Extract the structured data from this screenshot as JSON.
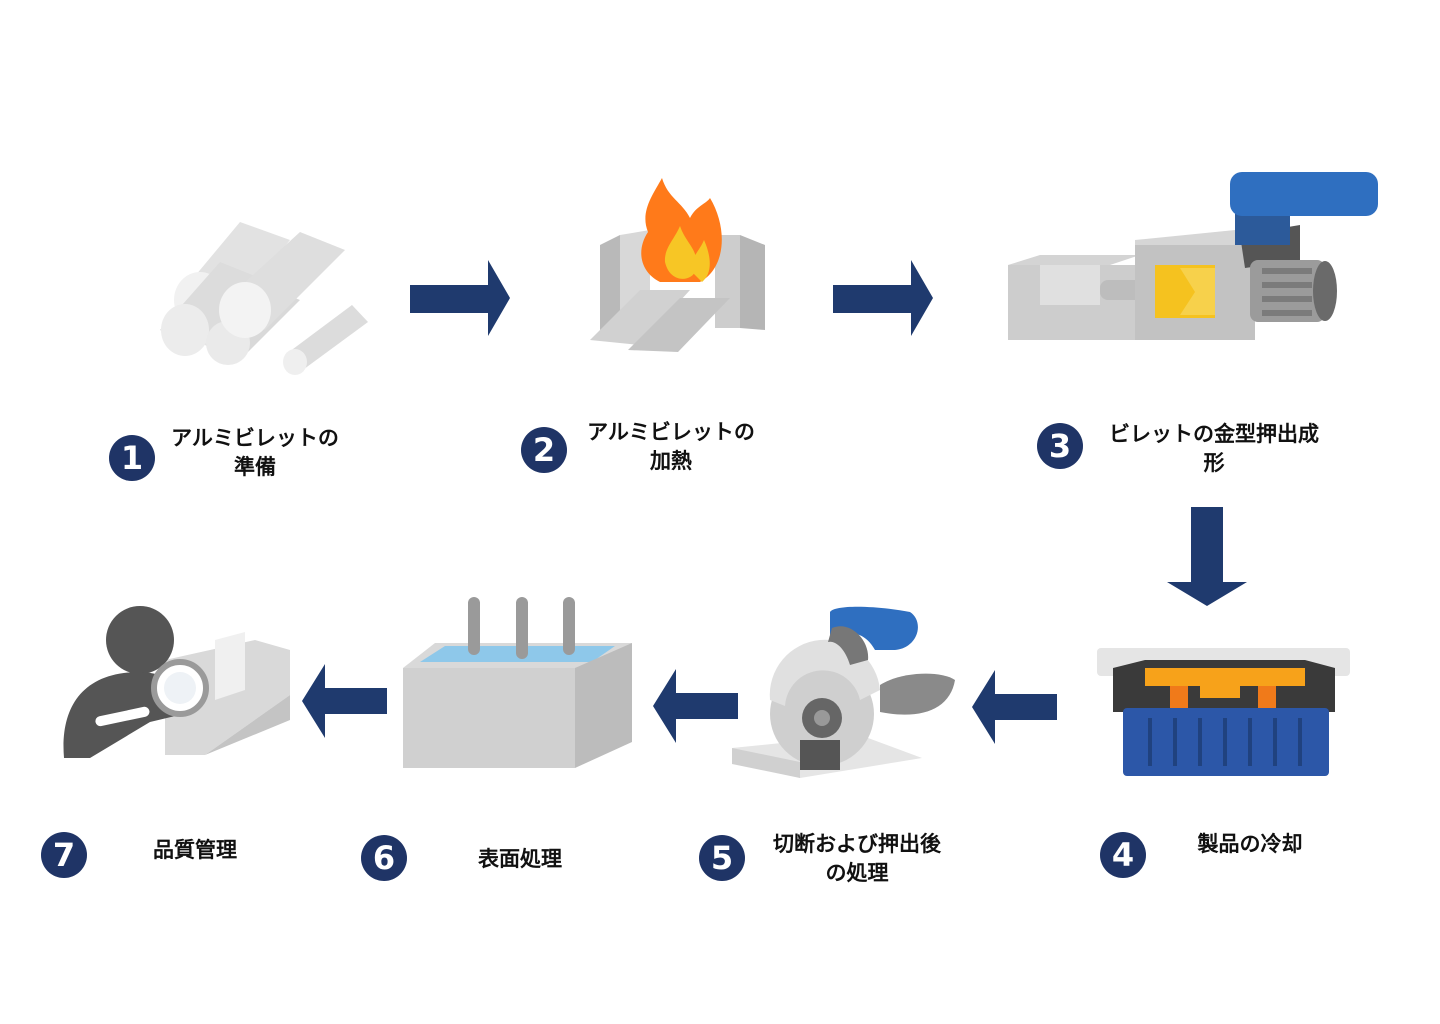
{
  "colors": {
    "badge": "#1f3466",
    "arrow": "#1f3a6e",
    "accent_blue": "#2f6fc0",
    "flame": "#ff7a1a",
    "yellow": "#f7c625",
    "metal": "#c8c8c8"
  },
  "steps": [
    {
      "number": "1",
      "label_line1": "アルミビレットの",
      "label_line2": "準備",
      "icon": "aluminum-billets-icon"
    },
    {
      "number": "2",
      "label_line1": "アルミビレットの",
      "label_line2": "加熱",
      "icon": "heating-furnace-icon"
    },
    {
      "number": "3",
      "label_line1": "ビレットの金型押出成",
      "label_line2": "形",
      "icon": "extrusion-press-icon"
    },
    {
      "number": "4",
      "label_line1": "製品の冷却",
      "label_line2": "",
      "icon": "cooling-table-icon"
    },
    {
      "number": "5",
      "label_line1": "切断および押出後",
      "label_line2": "の処理",
      "icon": "cutting-saw-icon"
    },
    {
      "number": "6",
      "label_line1": "表面処理",
      "label_line2": "",
      "icon": "surface-treatment-tank-icon"
    },
    {
      "number": "7",
      "label_line1": "品質管理",
      "label_line2": "",
      "icon": "quality-inspection-icon"
    }
  ]
}
